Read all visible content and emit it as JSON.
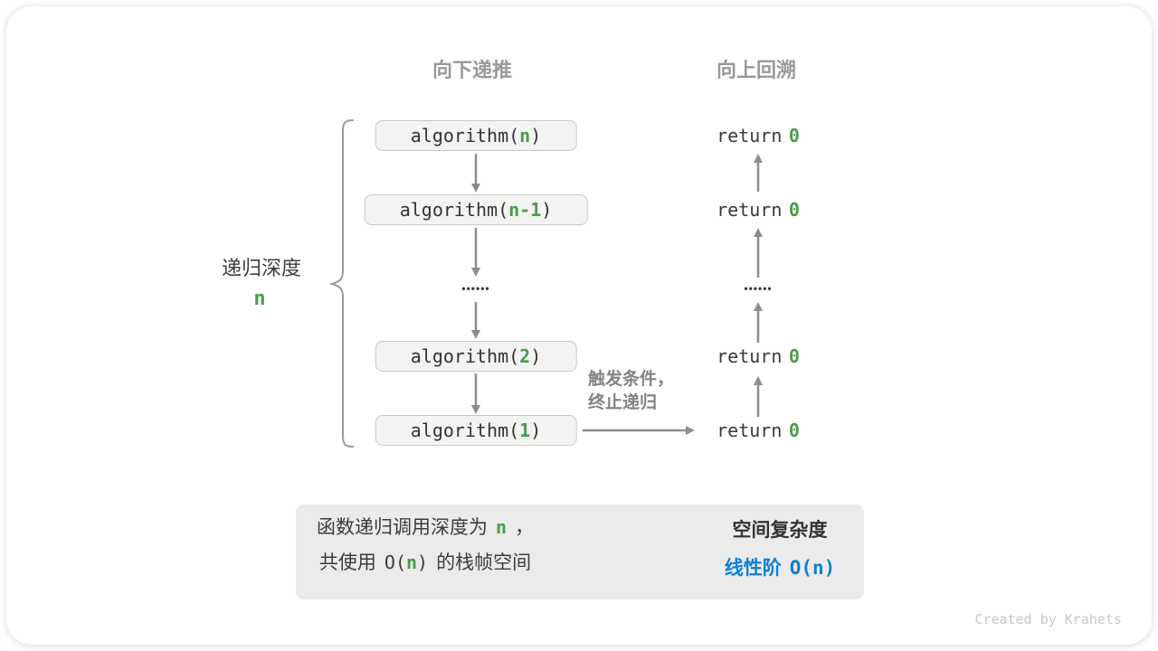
{
  "colors": {
    "accent_green": "#4a9c4b",
    "accent_blue": "#0e80d2",
    "arrow_gray": "#8d8d8d",
    "box_fill": "#f3f3f1",
    "summary_fill": "#ebebeb"
  },
  "headers": {
    "downward": "向下递推",
    "upward": "向上回溯"
  },
  "depth_brace": {
    "label": "递归深度",
    "value": "n"
  },
  "recurse": {
    "rows": [
      {
        "prefix": "algorithm(",
        "arg": "n",
        "suffix": ")"
      },
      {
        "prefix": "algorithm(",
        "arg": "n-1",
        "suffix": ")"
      },
      {
        "ellipsis": "••••••"
      },
      {
        "prefix": "algorithm(",
        "arg": "2",
        "suffix": ")"
      },
      {
        "prefix": "algorithm(",
        "arg": "1",
        "suffix": ")"
      }
    ]
  },
  "backtrack": {
    "rows": [
      {
        "keyword": "return",
        "value": "0"
      },
      {
        "keyword": "return",
        "value": "0"
      },
      {
        "ellipsis": "••••••"
      },
      {
        "keyword": "return",
        "value": "0"
      },
      {
        "keyword": "return",
        "value": "0"
      }
    ]
  },
  "annotation": {
    "line1": "触发条件，",
    "line2": "终止递归"
  },
  "summary": {
    "line1_pre": "函数递归调用深度为",
    "line1_var": "n",
    "line1_post": "，",
    "line2_pre": "共使用",
    "line2_o_open": "O(",
    "line2_var": "n",
    "line2_o_close": ")",
    "line2_post": "的栈帧空间",
    "result_title": "空间复杂度",
    "result_label": "线性阶",
    "result_o_open": "O(",
    "result_var": "n",
    "result_o_close": ")"
  },
  "watermark": "Created by Krahets"
}
